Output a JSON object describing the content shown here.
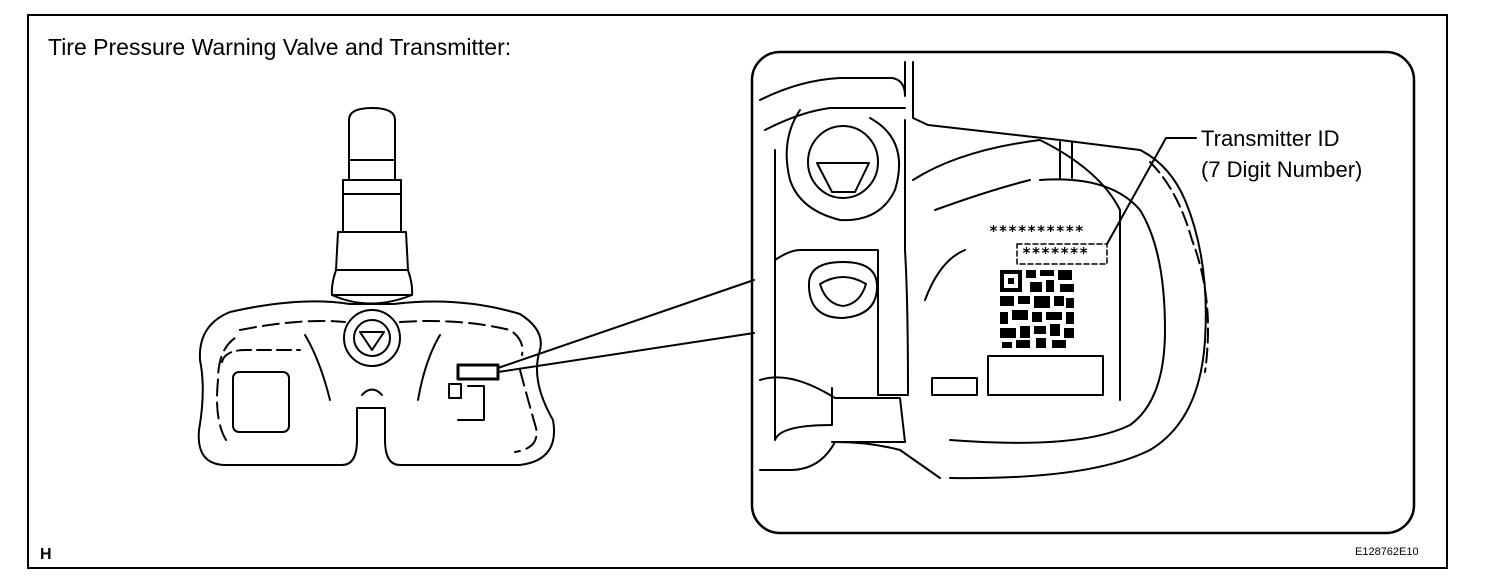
{
  "diagram": {
    "title": "Tire Pressure Warning Valve and Transmitter:",
    "callout": {
      "line1": "Transmitter ID",
      "line2": "(7 Digit Number)"
    },
    "label_stars_top": "**********",
    "label_stars_id": "*******",
    "corner_letter": "H",
    "figure_code": "E128762E10"
  }
}
